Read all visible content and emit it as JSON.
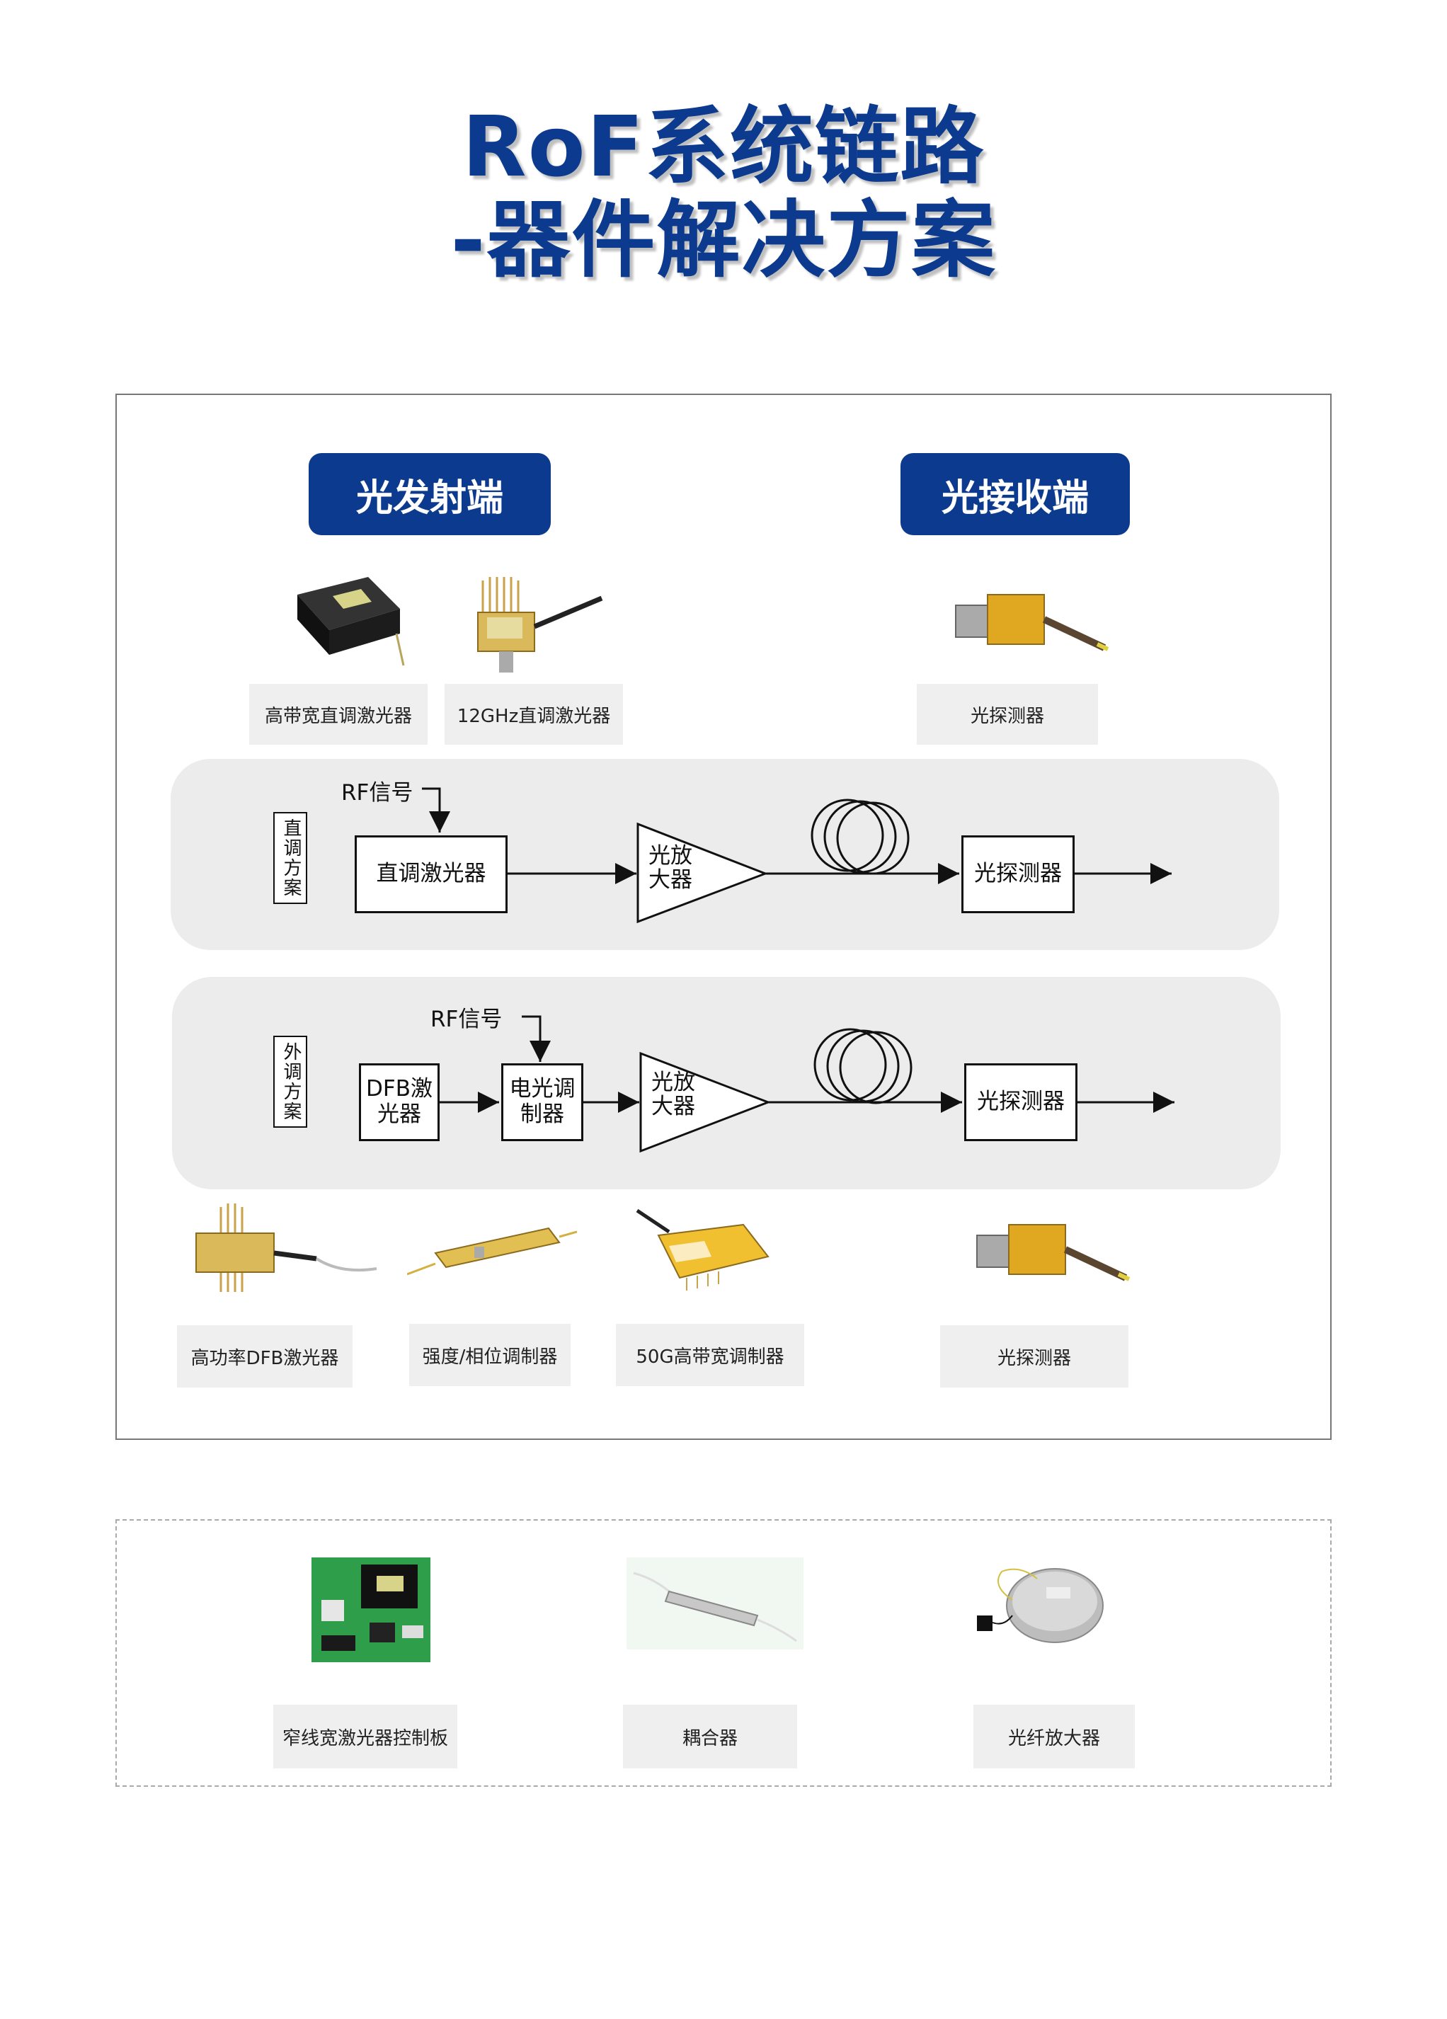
{
  "title": {
    "line1": "RoF系统链路",
    "line2": "-器件解决方案"
  },
  "sections": {
    "transmit": "光发射端",
    "receive": "光接收端"
  },
  "top_products": [
    {
      "label": "高带宽直调激光器"
    },
    {
      "label": "12GHz直调激光器"
    },
    {
      "label": "光探测器"
    }
  ],
  "direct_scheme": {
    "side_label": "直调方案",
    "rf": "RF信号",
    "laser": "直调激光器",
    "amplifier": "光放\n大器",
    "detector": "光探测器"
  },
  "external_scheme": {
    "side_label": "外调方案",
    "rf": "RF信号",
    "dfb": "DFB激\n光器",
    "modulator": "电光调\n制器",
    "amplifier": "光放\n大器",
    "detector": "光探测器"
  },
  "bottom_products": [
    {
      "label": "高功率DFB激光器"
    },
    {
      "label": "强度/相位调制器"
    },
    {
      "label": "50G高带宽调制器"
    },
    {
      "label": "光探测器"
    }
  ],
  "accessories": [
    {
      "label": "窄线宽激光器控制板"
    },
    {
      "label": "耦合器"
    },
    {
      "label": "光纤放大器"
    }
  ],
  "colors": {
    "brand_blue": "#0b3a8f",
    "band_gray": "#ececec",
    "caption_gray": "#efefef"
  }
}
